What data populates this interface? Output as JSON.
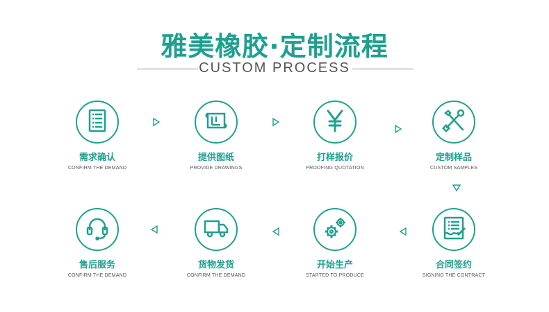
{
  "header": {
    "title": "雅美橡胶·定制流程",
    "subtitle": "CUSTOM PROCESS"
  },
  "colors": {
    "accent": "#1fa08f"
  },
  "steps": [
    {
      "cn": "需求确认",
      "en": "CONFIRM THE DEMAND",
      "icon": "document-list-icon"
    },
    {
      "cn": "提供图纸",
      "en": "PROVIDE DRAWINGS",
      "icon": "blueprint-scroll-icon"
    },
    {
      "cn": "打样报价",
      "en": "PROOFING QUOTATION",
      "icon": "yen-sign-icon"
    },
    {
      "cn": "定制样品",
      "en": "CUSTOM SAMPLES",
      "icon": "wrench-screwdriver-icon"
    },
    {
      "cn": "合同签约",
      "en": "SIGNING THE CONTRACT",
      "icon": "contract-sign-icon"
    },
    {
      "cn": "开始生产",
      "en": "STARTED TO PRODUCE",
      "icon": "gears-icon"
    },
    {
      "cn": "货物发货",
      "en": "CONFIRM THE DEMAND",
      "icon": "delivery-truck-icon"
    },
    {
      "cn": "售后服务",
      "en": "CONFIRM THE DEMAND",
      "icon": "headset-icon"
    }
  ]
}
